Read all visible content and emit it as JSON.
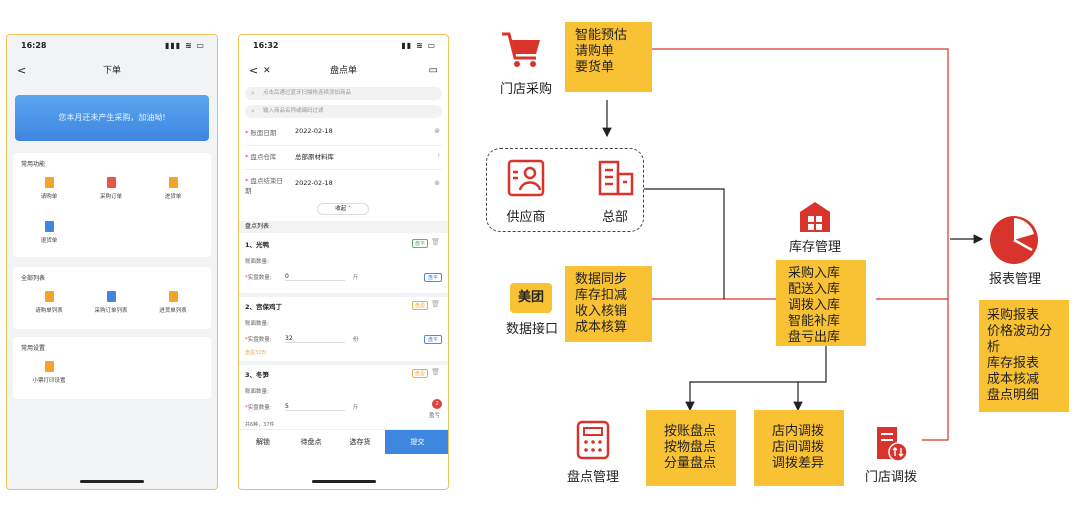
{
  "phone1": {
    "time": "16:28",
    "indicators": "▮▮▮ ≋ ▭",
    "title": "下单",
    "back": "<",
    "banner": "您本月还未产生采购，加油呦!",
    "section1": {
      "title": "常用功能",
      "items": [
        "请购单",
        "采购订单",
        "进货单",
        "退货单"
      ]
    },
    "section2": {
      "title": "全部列表",
      "items": [
        "请购单列表",
        "采购订单列表",
        "进货单列表"
      ]
    },
    "section3": {
      "title": "常用设置",
      "items": [
        "小票打印设置"
      ]
    }
  },
  "phone2": {
    "time": "16:32",
    "indicators": "▮▮ ≋ ▭",
    "title": "盘点单",
    "back": "<",
    "close": "✕",
    "search1": "点击后通过蓝牙扫描枪连续添加商品",
    "search2": "输入商品名称或编码过滤",
    "fields": [
      {
        "label": "账面日期",
        "value": "2022-02-18"
      },
      {
        "label": "盘点仓库",
        "value": "总部原材料库"
      },
      {
        "label": "盘点结束日期",
        "value": "2022-02-18"
      }
    ],
    "collapse": "收起",
    "list_title": "盘点列表",
    "items": [
      {
        "name": "1、光鸭",
        "book_label": "账面数量:",
        "qty_label": "实盘数量:",
        "qty": "0",
        "unit": "斤",
        "tag": "盘平",
        "action": "盘平"
      },
      {
        "name": "2、宫保鸡丁",
        "book_label": "账面数量:",
        "qty_label": "实盘数量:",
        "qty": "32",
        "unit": "份",
        "tag": "盘盈",
        "action": "盘平",
        "note": "盘盈32份"
      },
      {
        "name": "3、冬笋",
        "book_label": "账面数量:",
        "qty_label": "实盘数量:",
        "qty": "5",
        "unit": "斤",
        "tag": "盘盈",
        "badge": "2",
        "side": "盈亏"
      }
    ],
    "summary": "共6种，37件",
    "bottom": [
      "解锁",
      "待盘点",
      "选存货",
      "提交"
    ]
  },
  "diagram": {
    "store_purchase": "门店采购",
    "box_smart": [
      "智能预估",
      "请购单",
      "要货单"
    ],
    "supplier": "供应商",
    "hq": "总部",
    "inventory_mgmt": "库存管理",
    "meituan_logo": "美团",
    "data_interface": "数据接口",
    "box_data": [
      "数据同步",
      "库存扣减",
      "收入核销",
      "成本核算"
    ],
    "box_inventory": [
      "采购入库",
      "配送入库",
      "调拨入库",
      "智能补库",
      "盘亏出库"
    ],
    "report_mgmt": "报表管理",
    "box_report": [
      "采购报表",
      "价格波动分析",
      "库存报表",
      "成本核减",
      "盘点明细"
    ],
    "stocktake_mgmt": "盘点管理",
    "box_stocktake": [
      "按账盘点",
      "按物盘点",
      "分量盘点"
    ],
    "box_transfer": [
      "店内调拨",
      "店间调拨",
      "调拨差异"
    ],
    "store_transfer": "门店调拨",
    "colors": {
      "accent": "#f9c234",
      "icon": "#d9342b",
      "line": "#d9342b"
    }
  }
}
